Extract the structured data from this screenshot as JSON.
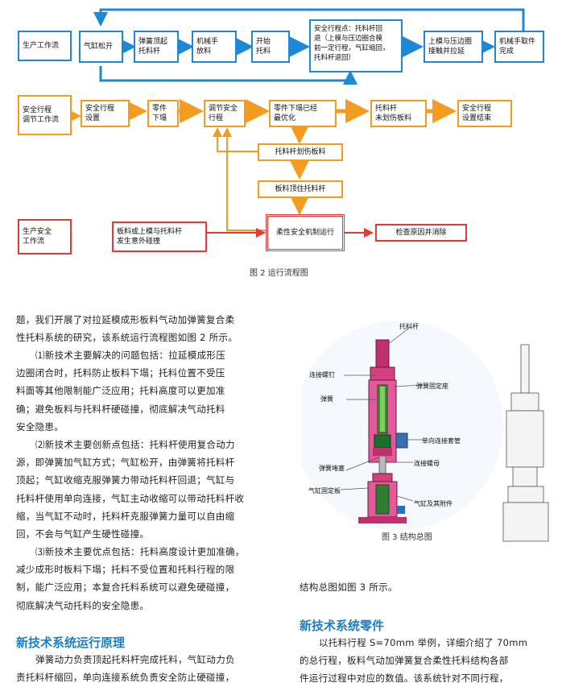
{
  "flowchart": {
    "row1": {
      "start": "生产工作流",
      "s1": "气缸松开",
      "s2": "弹簧顶起\n托料杆",
      "s3": "机械手\n放料",
      "s4": "开始\n托料",
      "s5": "安全行程点：托料杆回\n退（上模与压边圈合模\n前一定行程，气缸缩回，\n托料杆退回）",
      "s6": "上模与压边圈\n接触并拉延",
      "s7": "机械手取件\n完成"
    },
    "row2": {
      "start": "安全行程\n调节工作流",
      "s1": "安全行程\n设置",
      "s2": "零件\n下塌",
      "s3": "调节安全\n行程",
      "s4": "零件下塌已经\n最优化",
      "s5": "托料杆\n未划伤板料",
      "s6": "安全行程\n设置结束",
      "v1": "托料杆划伤板料",
      "v2": "板料顶住托料杆"
    },
    "row3": {
      "start": "生产安全\n工作流",
      "s1": "板料或上模与托料杆\n发生意外碰撞",
      "s2": "柔性安全机制运行",
      "s3": "检查原因并消除"
    },
    "caption": "图 2 运行流程图"
  },
  "figure3": {
    "caption": "图 3 结构总图",
    "labels": {
      "l1": "托料杆",
      "l2": "连接螺钉",
      "l3": "弹簧固定座",
      "l4": "弹簧",
      "l5": "单向连接套管",
      "l6": "弹簧堵塞",
      "l7": "连接螺母",
      "l8": "气缸固定板",
      "l9": "气缸及其附件"
    }
  },
  "left_column": {
    "p1": [
      "题，我们开展了对拉延模成形板料气动加弹簧复合柔",
      "性托料系统的研究，该系统运行流程图如图 2 所示。"
    ],
    "p2": [
      "⑴新技术主要解决的问题包括：拉延模成形压",
      "边圈闭合时，托料防止板料下塌；托料位置不受压",
      "料面等其他限制能广泛应用；托料高度可以更加准",
      "确；避免板料与托料杆硬碰撞，彻底解决气动托料",
      "安全隐患。"
    ],
    "p3": [
      "⑵新技术主要创新点包括：托料杆使用复合动力",
      "源，即弹簧加气缸方式；气缸松开，由弹簧将托料杆",
      "顶起；气缸收缩克服弹簧力带动托料杆回退；气缸与",
      "托料杆使用单向连接，气缸主动收缩可以带动托料杆收",
      "缩，当气缸不动时，托料杆克服弹簧力量可以自由缩",
      "回，不会与气缸产生硬性碰撞。"
    ],
    "p4": [
      "⑶新技术主要优点包括：托料高度设计更加准确，",
      "减少成形时板料下塌；托料不受位置和托料行程的限",
      "制，能广泛应用；本复合托料系统可以避免硬碰撞，",
      "彻底解决气动托料的安全隐患。"
    ],
    "heading": "新技术系统运行原理",
    "p5": [
      "弹簧动力负责顶起托料杆完成托料，气缸动力负",
      "责托料杆缩回，单向连接系统负责安全防止硬碰撞，"
    ]
  },
  "right_column": {
    "p1": "结构总图如图 3 所示。",
    "heading": "新技术系统零件",
    "p2": [
      "以托料行程 S=70mm 举例，详细介绍了 70mm",
      "的总行程，板料气动加弹簧复合柔性托料结构各部",
      "件运行过程中对应的数值。该系统针对不同行程，"
    ]
  },
  "colors": {
    "blue": "#1e88d6",
    "orange": "#f39c1f",
    "red": "#e53935",
    "heading": "#1e7fc8"
  }
}
